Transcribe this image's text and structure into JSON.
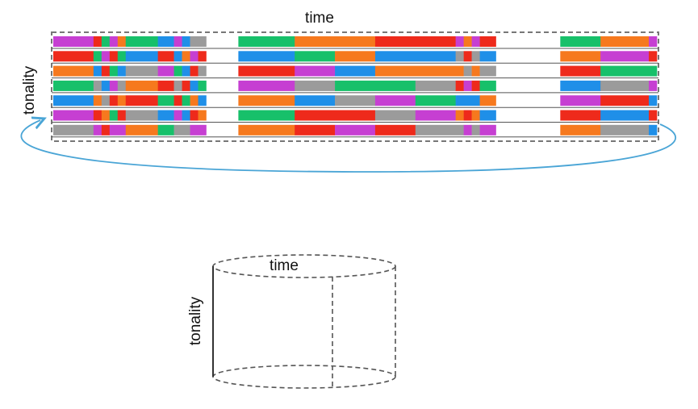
{
  "top_diagram": {
    "time_label": "time",
    "tonality_label": "tonality",
    "palette": {
      "M": "#c63fd2",
      "R": "#ee2a1b",
      "O": "#f6791e",
      "G": "#17c06a",
      "B": "#1f8fe8",
      "Y": "#9b9b9b",
      "W": "#ffffff"
    },
    "rows": [
      "MMMMMRGMOGGGGBBMBYYWWWWGGGGGGGOOOOOOOOOORRRRRRRRRRMOMRRWWWWWWWWGGGGGOOOOOOM",
      "RRRRRGMRGBBBBRRBOMRWWWWBBBBBBBGGGGGOOOOOBBBBBBBBBBYRYBBWWWWWWWWOOOOOMMMMMMR",
      "OOOOOBRGBYYYYMMGBRYWWWWRRRRRRRMMMMMBBBBBOOOOOOOOOOOYOYYWWWWWWWWRRRRRGGGGGGG",
      "GGGGGYBMYOOOORRYRBGWWWWMMMMMMMYYYYYGGGGGGGGGGYYYYYRMRGGWWWWWWWWBBBBBYYYYYYM",
      "BBBBBOYRORRRRGGRGOBWWWWOOOOOOOBBBBBYYYYYMMMMMGGGGGBBBOOWWWWWWWWMMMMMRRRRRRB",
      "MMMMMROGRYYYYBBMBROWWWWGGGGGGGRRRRRRRRRRYYYYYMMMMMOROBBWWWWWWWWRRRRRBBBBBBR",
      "YYYYYMRMMOOOOGGYYMMWWWWOOOOOOORRRRRMMMMMRRRRRYYYYYYMYMMWWWWWWWWOOOOOYYYYYYB"
    ]
  },
  "bottom_diagram": {
    "time_label": "time",
    "tonality_label": "tonality"
  }
}
